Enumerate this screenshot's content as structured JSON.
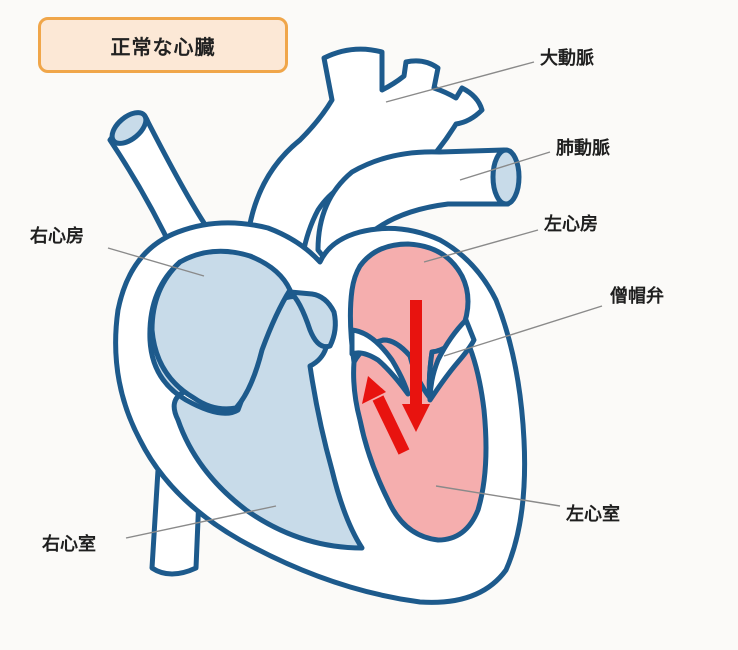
{
  "title": "正常な心臓",
  "labels": {
    "aorta": "大動脈",
    "pulmonary_artery": "肺動脈",
    "left_atrium": "左心房",
    "right_atrium": "右心房",
    "mitral_valve": "僧帽弁",
    "right_ventricle": "右心室",
    "left_ventricle": "左心室"
  },
  "colors": {
    "outline": "#1d5a8c",
    "right_side_fill": "#c8dbe9",
    "left_side_fill": "#f5aeae",
    "blood_flow_arrow": "#e8130f",
    "leader_line": "#8a8a8a",
    "title_border": "#f0a64a",
    "title_fill": "#fce8d6"
  }
}
